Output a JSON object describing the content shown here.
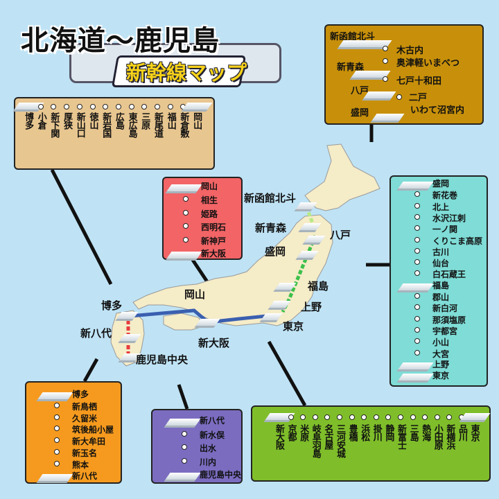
{
  "title": {
    "main": "北海道〜鹿児島",
    "sub": "新幹線マップ"
  },
  "map_labels": {
    "shinhakodate": "新函館北斗",
    "shinaomori": "新青森",
    "hachinohe": "八戸",
    "morioka": "盛岡",
    "fukushima": "福島",
    "ueno": "上野",
    "tokyo": "東京",
    "okayama": "岡山",
    "shinosaka": "新大阪",
    "hakata": "博多",
    "shinyatsushiro": "新八代",
    "kagoshima": "鹿児島中央"
  },
  "hokkaido_box": {
    "top_stations": [
      "新函館北斗",
      "新青森",
      "八戸",
      "盛岡"
    ],
    "right_stations": [
      "木古内",
      "奥津軽いまべつ",
      "七戸十和田",
      "二戸",
      "いわて沼宮内"
    ]
  },
  "tohoku_box": {
    "stations": [
      "盛岡",
      "新花巻",
      "北上",
      "水沢江刺",
      "一ノ関",
      "くりこま高原",
      "古川",
      "仙台",
      "白石蔵王",
      "福島",
      "郡山",
      "新白河",
      "那須塩原",
      "宇都宮",
      "小山",
      "大宮",
      "上野",
      "東京"
    ]
  },
  "sanyo_box": {
    "stations": [
      "博多",
      "小倉",
      "新下関",
      "厚狭",
      "新山口",
      "徳山",
      "新岩国",
      "広島",
      "東広島",
      "三原",
      "新尾道",
      "福山",
      "新倉敷",
      "岡山"
    ]
  },
  "okayama_box": {
    "stations": [
      "岡山",
      "相生",
      "姫路",
      "西明石",
      "新神戸",
      "新大阪"
    ]
  },
  "tokaido_box": {
    "stations": [
      "新大阪",
      "京都",
      "米原",
      "岐阜羽島",
      "名古屋",
      "三河安城",
      "豊橋",
      "浜松",
      "掛川",
      "静岡",
      "新富士",
      "三島",
      "熱海",
      "小田原",
      "新横浜",
      "品川",
      "東京"
    ]
  },
  "kyushu_box": {
    "stations": [
      "博多",
      "新鳥栖",
      "久留米",
      "筑後船小屋",
      "新大牟田",
      "新玉名",
      "熊本",
      "新八代"
    ]
  },
  "kagoshima_box": {
    "stations": [
      "新八代",
      "新水俣",
      "出水",
      "川内",
      "鹿児島中央"
    ]
  },
  "colors": {
    "sea": "#bfe3f5",
    "land": "#f5ecc8",
    "hokkaido_box": "#c8900a",
    "tohoku_box": "#7fdcd6",
    "sanyo_box": "#e8c690",
    "okayama_box": "#f26466",
    "tokaido_box": "#7fbe2a",
    "kyushu_box": "#f59a1e",
    "kagoshima_box": "#7b6cc0",
    "line_hokkaido": "#b8e986",
    "line_tohoku": "#3cc04a",
    "line_tokaido": "#3a5fb0",
    "line_kyushu": "#e83c3c"
  }
}
